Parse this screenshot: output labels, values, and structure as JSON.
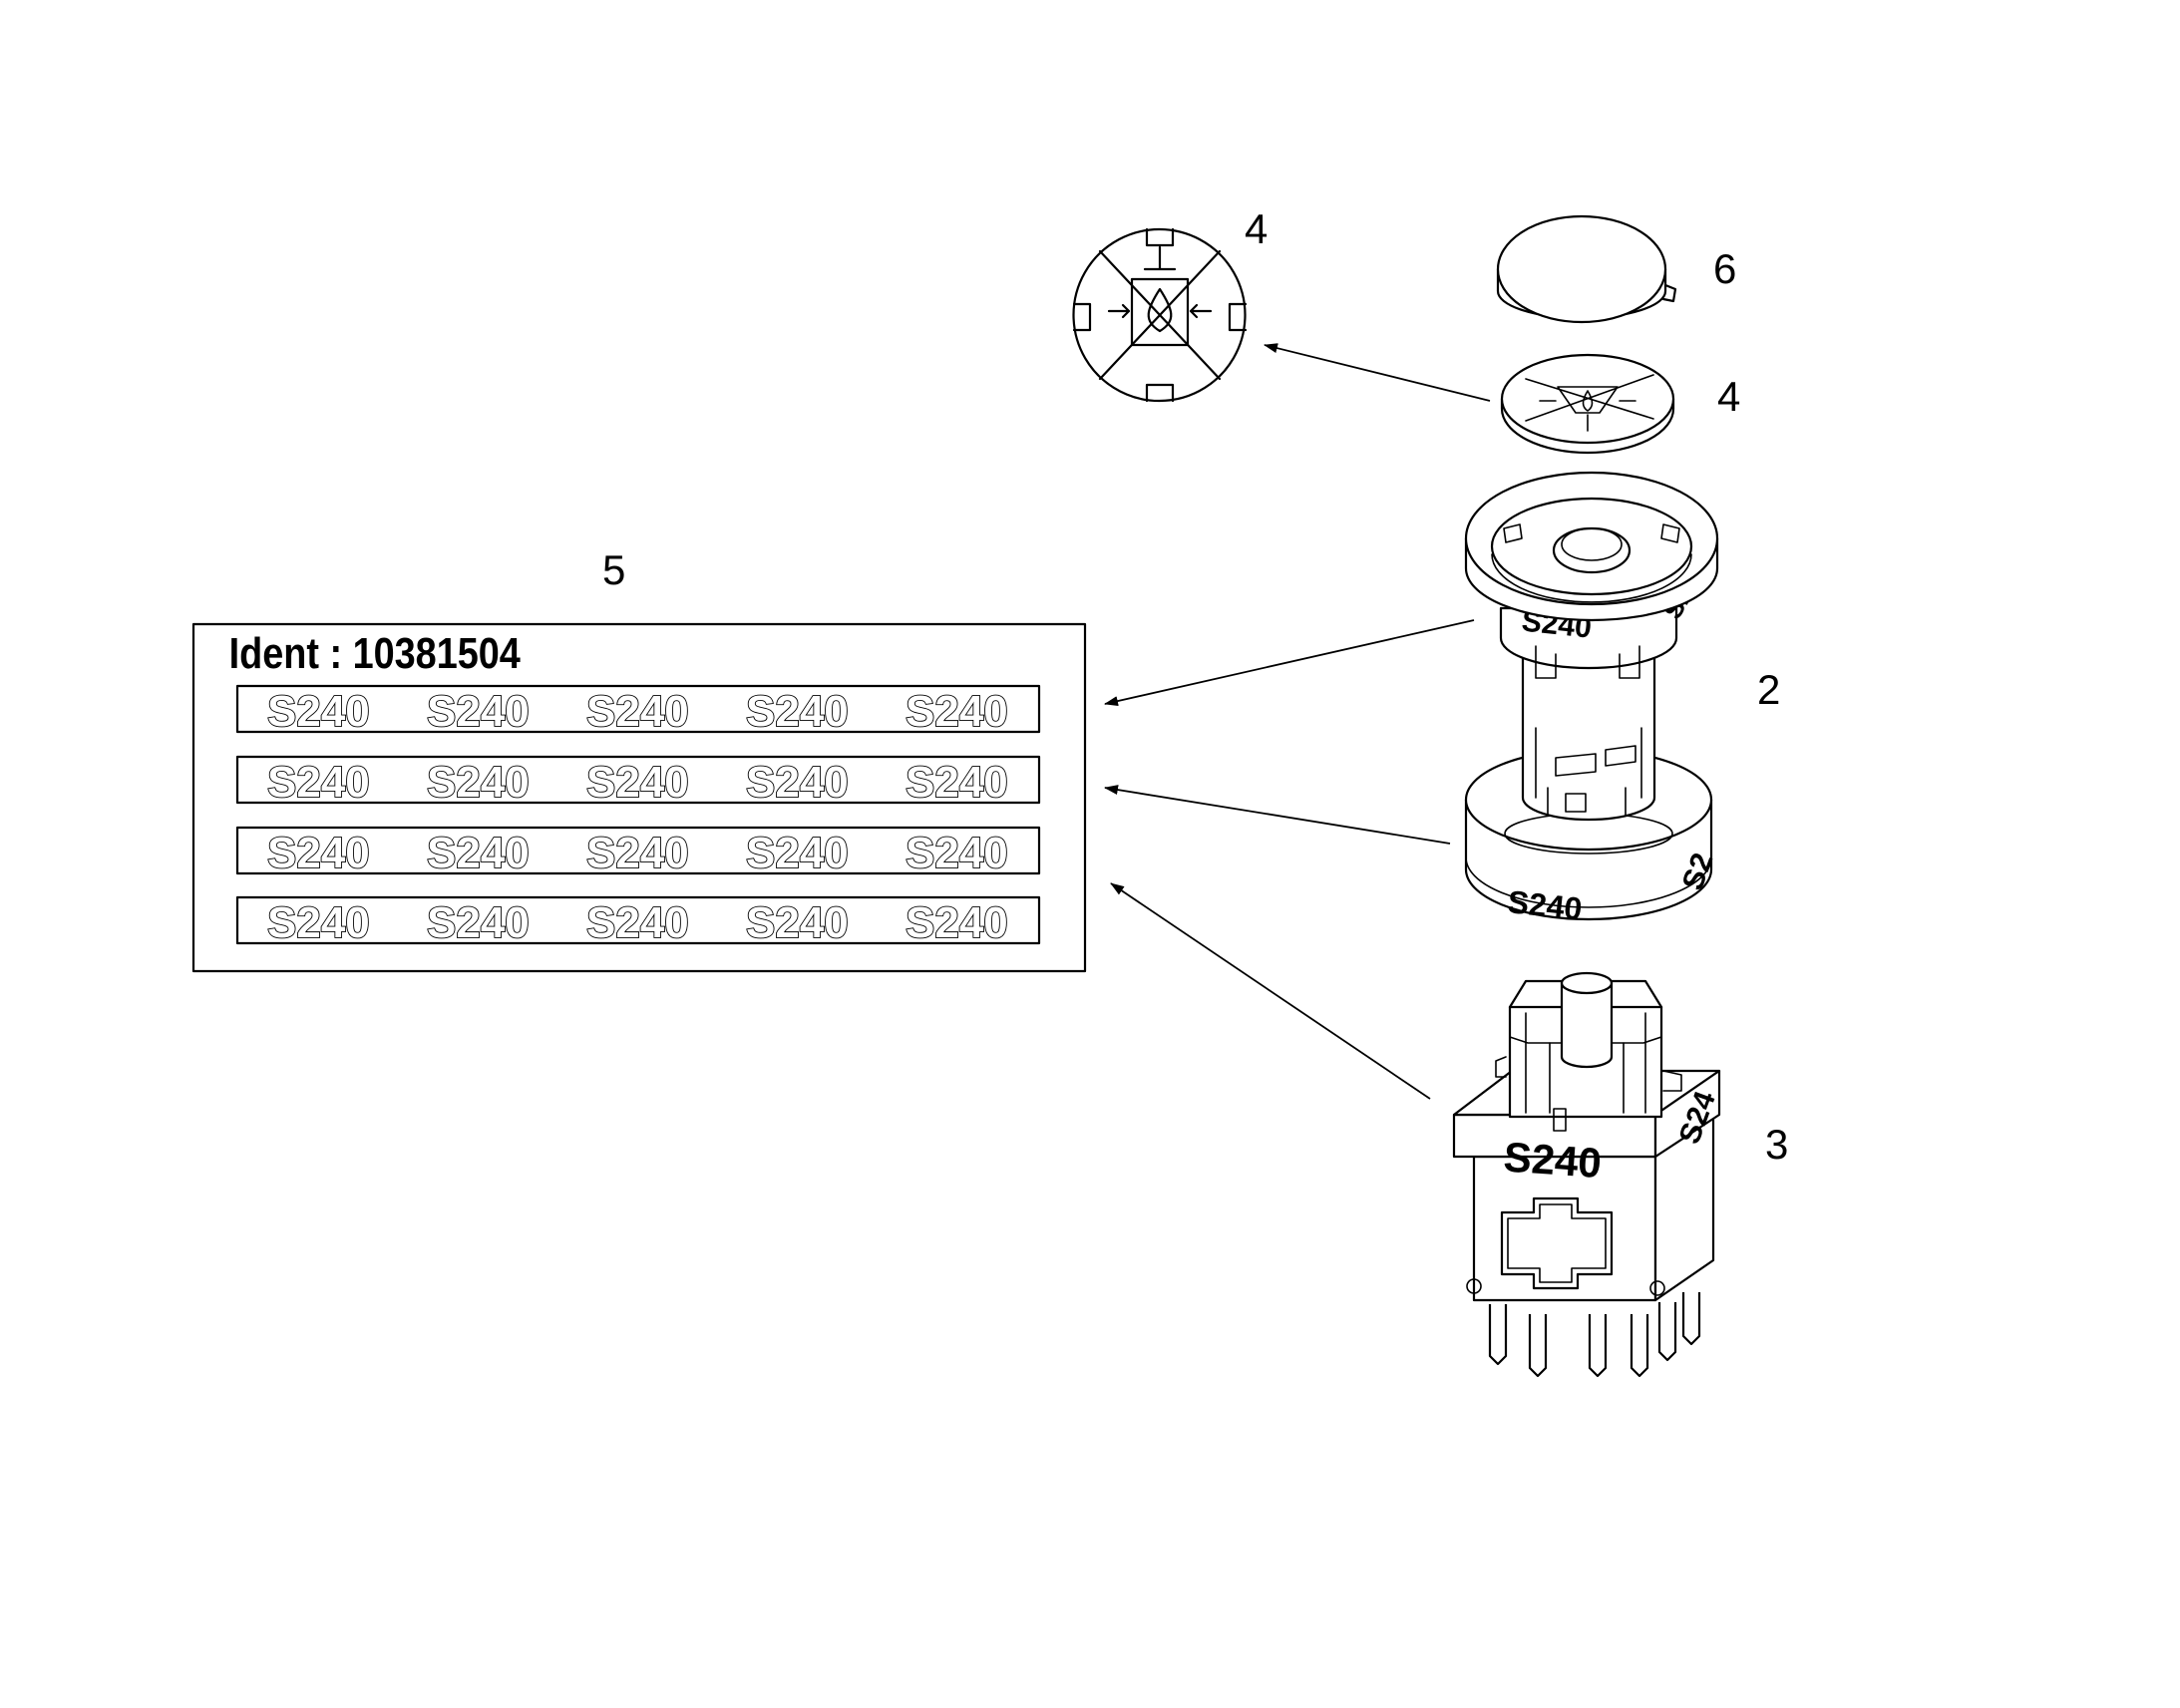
{
  "callouts": {
    "c4_top": "4",
    "c6": "6",
    "c4": "4",
    "c5": "5",
    "c2": "2",
    "c3": "3"
  },
  "label_sheet": {
    "ident": "Ident : 10381504",
    "rows": [
      [
        "S240",
        "S240",
        "S240",
        "S240",
        "S240"
      ],
      [
        "S240",
        "S240",
        "S240",
        "S240",
        "S240"
      ],
      [
        "S240",
        "S240",
        "S240",
        "S240",
        "S240"
      ],
      [
        "S240",
        "S240",
        "S240",
        "S240",
        "S240"
      ]
    ]
  },
  "parts": {
    "collar_upper_text": "S240",
    "collar_upper_side_text": "S2",
    "ring_text": "S240",
    "ring_side_text": "S2",
    "body_front_text": "S240",
    "body_side_text": "S24"
  }
}
